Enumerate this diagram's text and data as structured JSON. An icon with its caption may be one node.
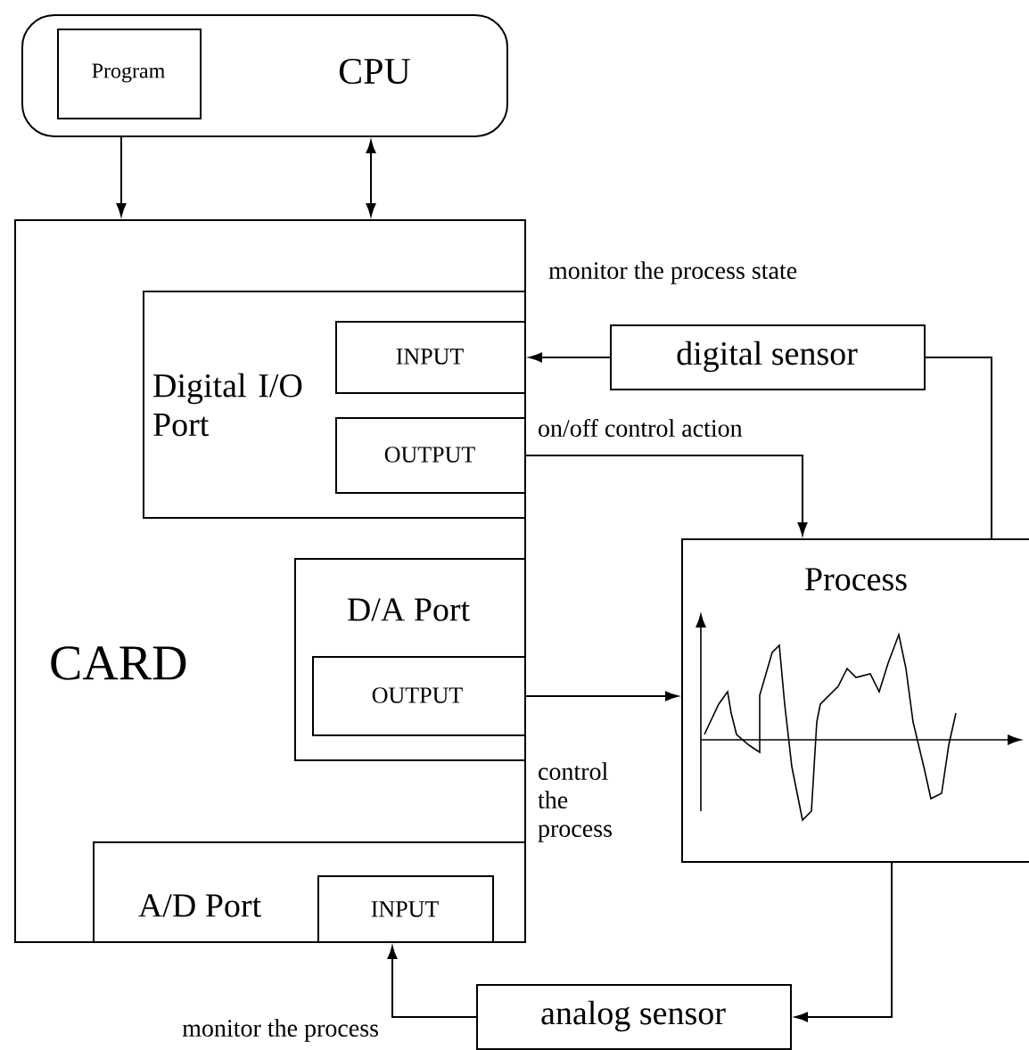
{
  "diagram": {
    "nodes": [
      {
        "text": [
          "CPU"
        ]
      },
      {
        "text": [
          "Program"
        ],
        "in": 0
      },
      {
        "text": [
          "CARD"
        ]
      },
      {
        "text": [
          "Digital I/O Port"
        ],
        "in": 2
      },
      {
        "text": [
          "INPUT"
        ],
        "in": 3
      },
      {
        "text": [
          "OUTPUT"
        ],
        "in": 3
      },
      {
        "text": [
          "D/A Port"
        ],
        "in": 2
      },
      {
        "text": [
          "OUTPUT"
        ],
        "in": 6
      },
      {
        "text": [
          "A/D Port"
        ],
        "in": 2
      },
      {
        "text": [
          "INPUT"
        ],
        "in": 8
      },
      {
        "text": [
          "digital sensor"
        ]
      },
      {
        "text": [
          "Process"
        ]
      },
      {
        "text": [
          "analog sensor"
        ]
      }
    ],
    "edges": [
      {
        "from": 0,
        "to": 2,
        "arrow": "to"
      },
      {
        "from": 0,
        "to": 2,
        "arrow": "both"
      },
      {
        "from": 10,
        "to": 4,
        "arrow": "to"
      },
      {
        "from": 11,
        "to": 10,
        "arrow": "none"
      },
      {
        "from": 5,
        "to": 11,
        "arrow": "to",
        "label": "on/off control action"
      },
      {
        "from": 7,
        "to": 11,
        "arrow": "to",
        "label": "control the process"
      },
      {
        "from": 11,
        "to": 12,
        "arrow": "to"
      },
      {
        "from": 12,
        "to": 9,
        "arrow": "to"
      }
    ],
    "labels": [
      "monitor the process state",
      "monitor the process"
    ]
  }
}
